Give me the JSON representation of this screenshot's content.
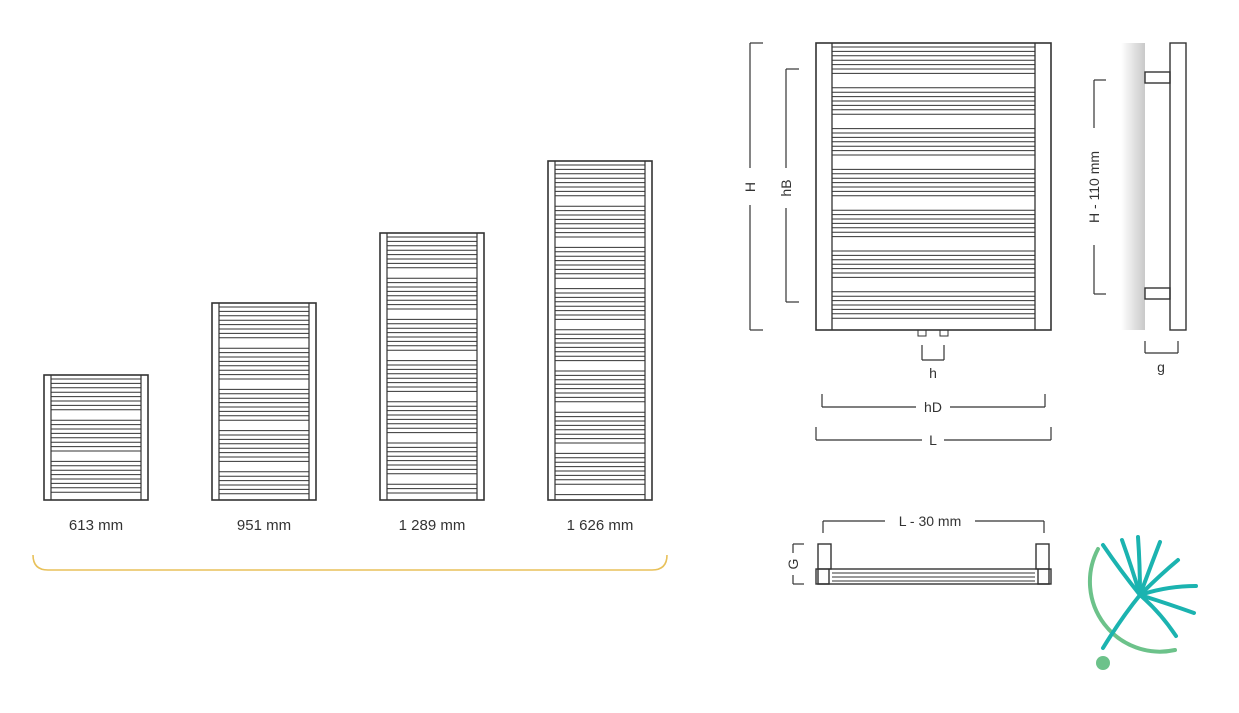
{
  "radiators": [
    {
      "label": "613 mm"
    },
    {
      "label": "951 mm"
    },
    {
      "label": "1 289 mm"
    },
    {
      "label": "1 626 mm"
    }
  ],
  "dimensions": {
    "H": "H",
    "hB": "hB",
    "h": "h",
    "hD": "hD",
    "L": "L",
    "H_minus": "H - 110 mm",
    "g": "g",
    "L_minus": "L - 30 mm",
    "G": "G"
  },
  "colors": {
    "line": "#333333",
    "accent_bracket": "#e8c15a",
    "logo_teal": "#1bb3b0",
    "logo_green": "#6cc28a"
  }
}
